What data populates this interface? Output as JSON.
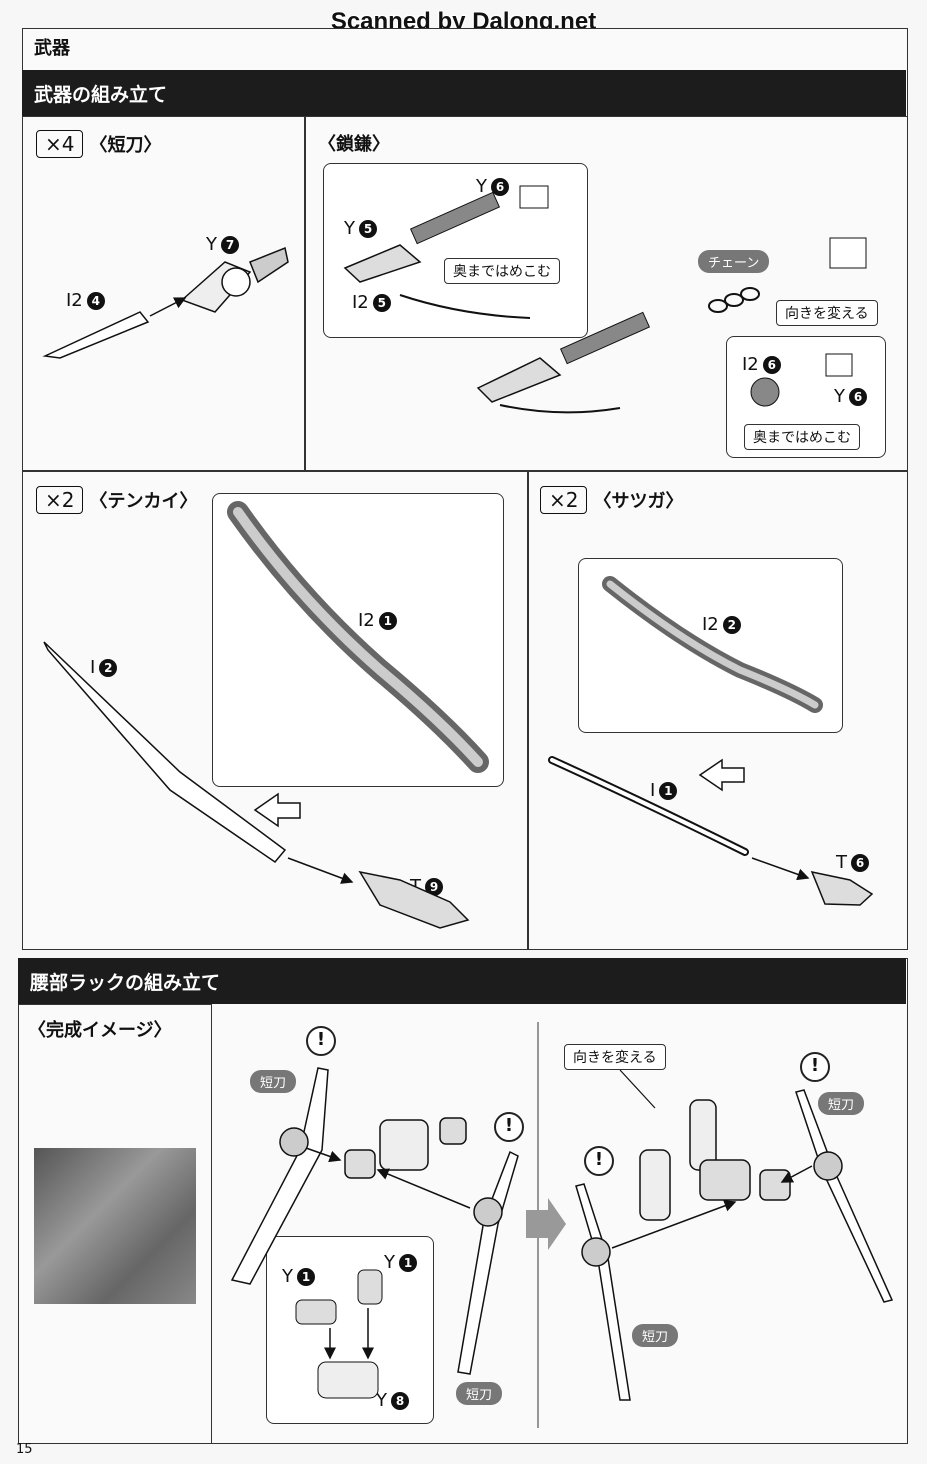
{
  "watermark": "Scanned by Dalong.net",
  "section1": {
    "title": "武器",
    "bar": "武器の組み立て",
    "tanto": {
      "qty": "×4",
      "name": "〈短刀〉",
      "parts": [
        "Y",
        "I2"
      ],
      "nums": [
        "7",
        "4"
      ]
    },
    "kusarigama": {
      "name": "〈鎖鎌〉",
      "parts": {
        "y6": "Y",
        "y5": "Y",
        "i25": "I2",
        "i26": "I2",
        "y6b": "Y"
      },
      "nums": {
        "y6": "6",
        "y5": "5",
        "i25": "5",
        "i26": "6",
        "y6b": "6"
      },
      "callout_push1": "奥まではめこむ",
      "chain": "チェーン",
      "callout_turn": "向きを変える",
      "callout_push2": "奥まではめこむ"
    },
    "tenkai": {
      "qty": "×2",
      "name": "〈テンカイ〉",
      "parts": {
        "i21": "I2",
        "i2": "I",
        "t9": "T"
      },
      "nums": {
        "i21": "1",
        "i2": "2",
        "t9": "9"
      }
    },
    "satsuga": {
      "qty": "×2",
      "name": "〈サツガ〉",
      "parts": {
        "i22": "I2",
        "i1": "I",
        "t6": "T"
      },
      "nums": {
        "i22": "2",
        "i1": "1",
        "t6": "6"
      }
    }
  },
  "section2": {
    "bar": "腰部ラックの組み立て",
    "complete": "〈完成イメージ〉",
    "tanto_label": "短刀",
    "parts": {
      "y1a": "Y",
      "y1b": "Y",
      "y8": "Y"
    },
    "nums": {
      "y1a": "1",
      "y1b": "1",
      "y8": "8"
    },
    "callout_turn": "向きを変える",
    "excl": "!"
  },
  "page_number": "15"
}
